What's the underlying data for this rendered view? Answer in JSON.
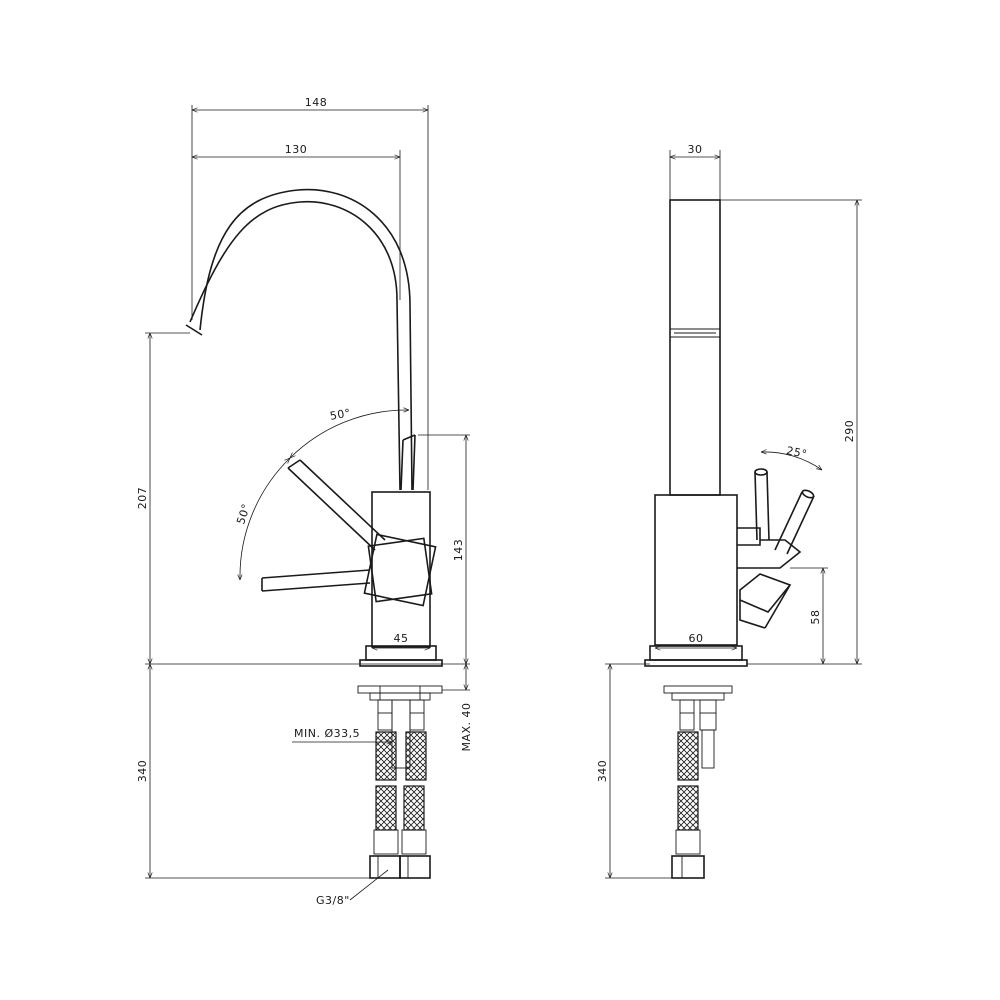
{
  "front_view": {
    "dims": {
      "overall_width": "148",
      "spout_reach": "130",
      "spout_height": "207",
      "lever_height": "143",
      "body_width": "45",
      "max_thickness": "MAX. 40",
      "hole_diameter": "MIN. Ø33,5",
      "hose_length": "340",
      "connection": "G3/8\""
    },
    "angles": {
      "lever_up": "50°",
      "lever_side": "50°"
    }
  },
  "side_view": {
    "dims": {
      "column_width": "30",
      "overall_height": "290",
      "lever_angle": "25°",
      "base_width": "60",
      "lever_base_height": "58",
      "hose_length": "340"
    }
  },
  "colors": {
    "line": "#1a1a1a",
    "background": "#ffffff"
  }
}
